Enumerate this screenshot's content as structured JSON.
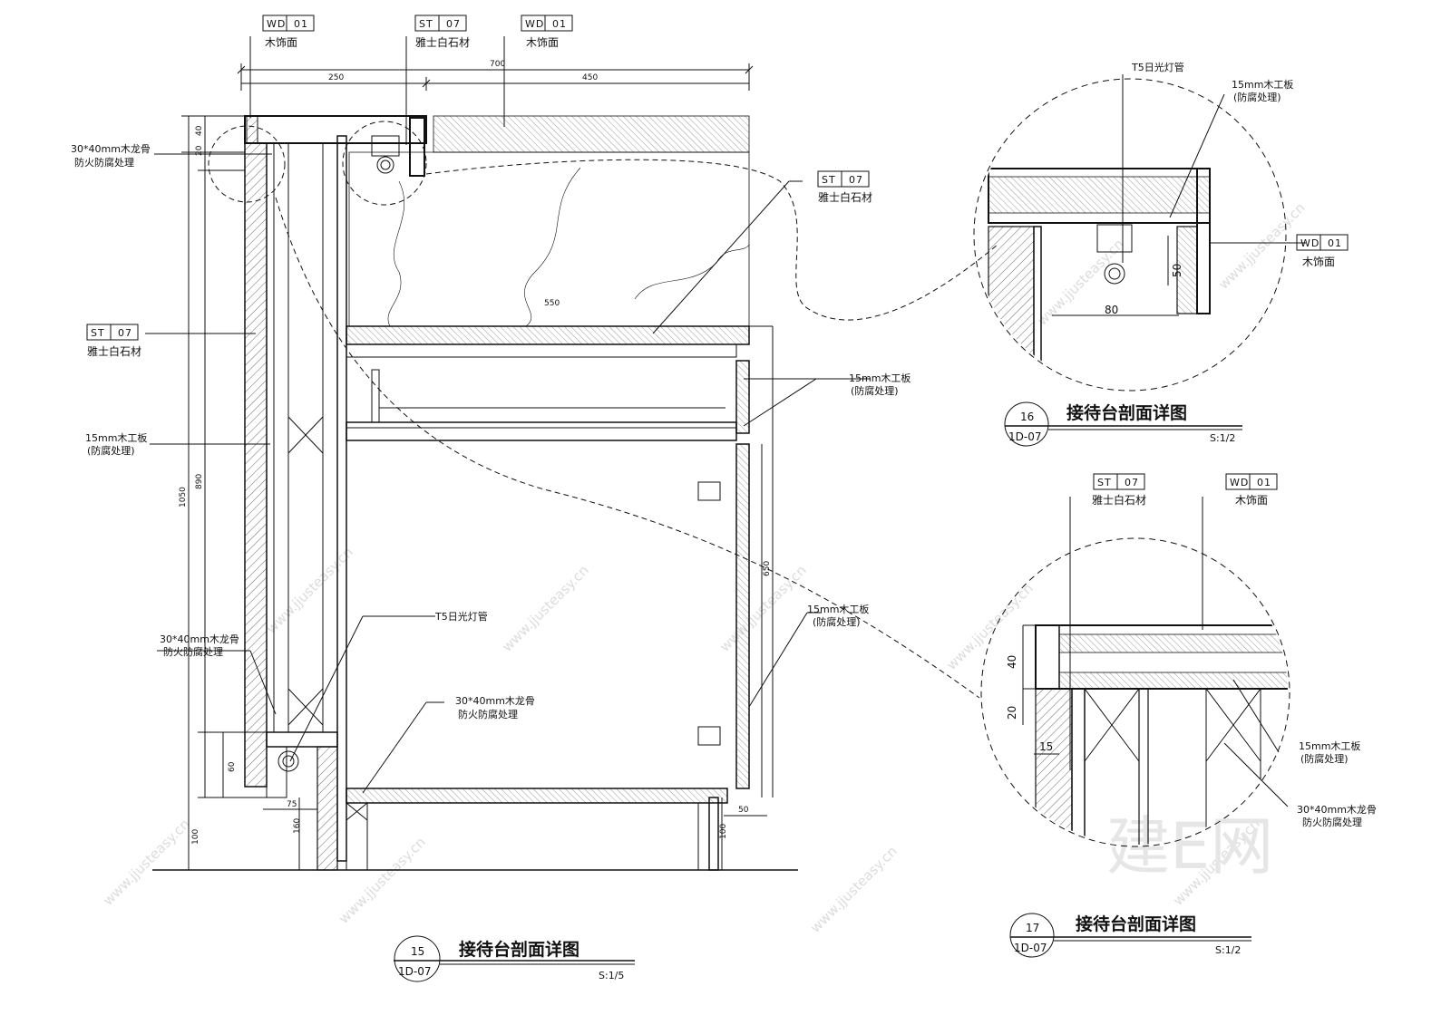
{
  "watermark": {
    "domain": "www.jjusteasy.cn",
    "brand": "建E网"
  },
  "tags": {
    "wd01": {
      "code": "WD",
      "num": "01",
      "desc": "木饰面"
    },
    "st07": {
      "code": "ST",
      "num": "07",
      "desc": "雅士白石材"
    }
  },
  "notes": {
    "keel": "30*40mm木龙骨",
    "keel_sub": "防火防腐处理",
    "board": "15mm木工板",
    "board_sub": "(防腐处理)",
    "lamp": "T5日光灯管"
  },
  "dims": {
    "d700": "700",
    "d250": "250",
    "d450": "450",
    "d550": "550",
    "d40": "40",
    "d20": "20",
    "d1050": "1050",
    "d890": "890",
    "d60": "60",
    "d100": "100",
    "d75": "75",
    "d160": "160",
    "d650": "650",
    "d50": "50",
    "d80": "80",
    "d15": "15"
  },
  "titles": {
    "t15": {
      "num": "15",
      "sheet": "1D-07",
      "name": "接待台剖面详图",
      "scale": "S:1/5"
    },
    "t16": {
      "num": "16",
      "sheet": "1D-07",
      "name": "接待台剖面详图",
      "scale": "S:1/2"
    },
    "t17": {
      "num": "17",
      "sheet": "1D-07",
      "name": "接待台剖面详图",
      "scale": "S:1/2"
    }
  }
}
